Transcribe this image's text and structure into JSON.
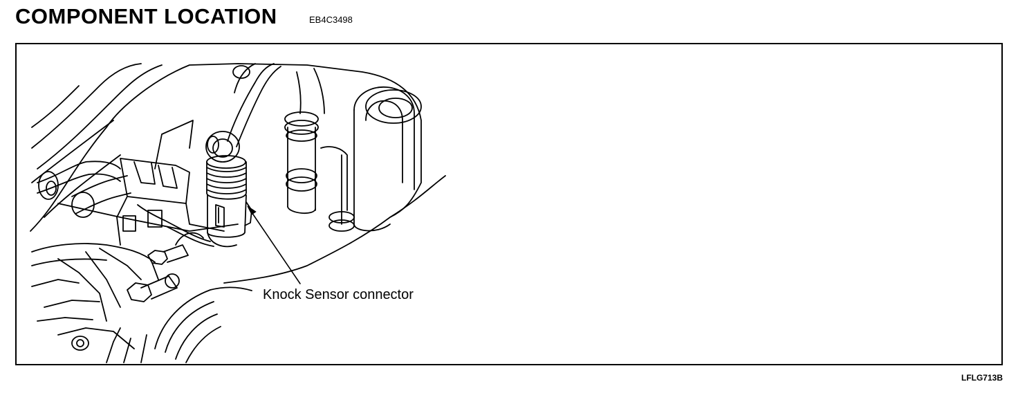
{
  "header": {
    "title": "COMPONENT LOCATION",
    "doc_code": "EB4C3498"
  },
  "figure": {
    "callout": "Knock Sensor connector",
    "figure_id": "LFLG713B"
  }
}
